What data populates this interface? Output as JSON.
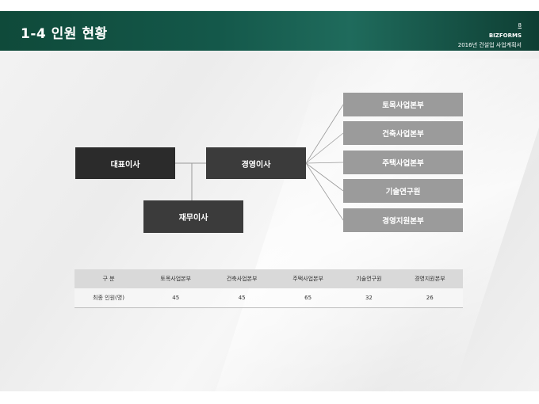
{
  "header": {
    "title": "1-4 인원 현황",
    "page_number": "8",
    "brand": "BIZFORMS",
    "subtitle": "2016년 건설업 사업계획서"
  },
  "org_chart": {
    "ceo": "대표이사",
    "managing_director": "경영이사",
    "finance_director": "재무이사",
    "divisions": [
      "토목사업본부",
      "건축사업본부",
      "주택사업본부",
      "기술연구원",
      "경영지원본부"
    ]
  },
  "staff_table": {
    "headers": [
      "구  분",
      "토목사업본부",
      "건축사업본부",
      "주택사업본부",
      "기술연구원",
      "경영지원본부"
    ],
    "rows": [
      [
        "최종 인원(명)",
        "45",
        "45",
        "65",
        "32",
        "26"
      ]
    ]
  }
}
